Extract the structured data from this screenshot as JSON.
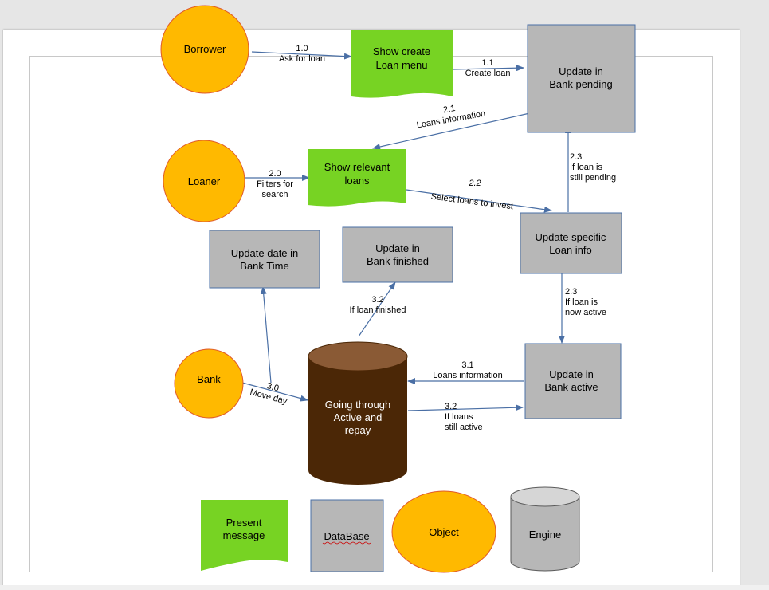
{
  "nodes": {
    "borrower": "Borrower",
    "loaner": "Loaner",
    "bank": "Bank",
    "show_create_menu": [
      "Show create",
      "Loan menu"
    ],
    "show_relevant_loans": [
      "Show relevant",
      "loans"
    ],
    "update_bank_pending": [
      "Update in",
      "Bank pending"
    ],
    "update_specific_loan": [
      "Update specific",
      "Loan info"
    ],
    "update_date_bank_time": [
      "Update date in",
      "Bank Time"
    ],
    "update_bank_finished": [
      "Update in",
      "Bank finished"
    ],
    "update_bank_active": [
      "Update in",
      "Bank active"
    ],
    "going_through": [
      "Going through",
      "Active and",
      "repay"
    ]
  },
  "flows": {
    "f10": [
      "1.0",
      "Ask for loan"
    ],
    "f11": [
      "1.1",
      "Create loan"
    ],
    "f21": [
      "2.1",
      "Loans information"
    ],
    "f20": [
      "2.0",
      "Filters for",
      "search"
    ],
    "f22": [
      "2.2",
      "Select loans to invest"
    ],
    "f23a": [
      "2.3",
      "If loan is",
      "still pending"
    ],
    "f23b": [
      "2.3",
      "If loan is",
      "now active"
    ],
    "f32a": [
      "3.2",
      "If loan finished"
    ],
    "f31": [
      "3.1",
      "Loans information"
    ],
    "f30": [
      "3.0",
      "Move day"
    ],
    "f32b": [
      "3.2",
      "If loans",
      "still active"
    ]
  },
  "legend": {
    "present": [
      "Present",
      "message"
    ],
    "database": "DataBase",
    "object": "Object",
    "engine": "Engine"
  },
  "colors": {
    "entity_orange": "#ffb900",
    "entity_stroke": "#e05a2a",
    "process_green": "#77d323",
    "store_gray": "#b7b7b7",
    "store_stroke": "#4a6fa5",
    "cylinder_brown": "#4b2706",
    "cylinder_top": "#8a5a35",
    "engine_gray": "#b7b7b7",
    "arrow_blue": "#4a6fa5"
  }
}
